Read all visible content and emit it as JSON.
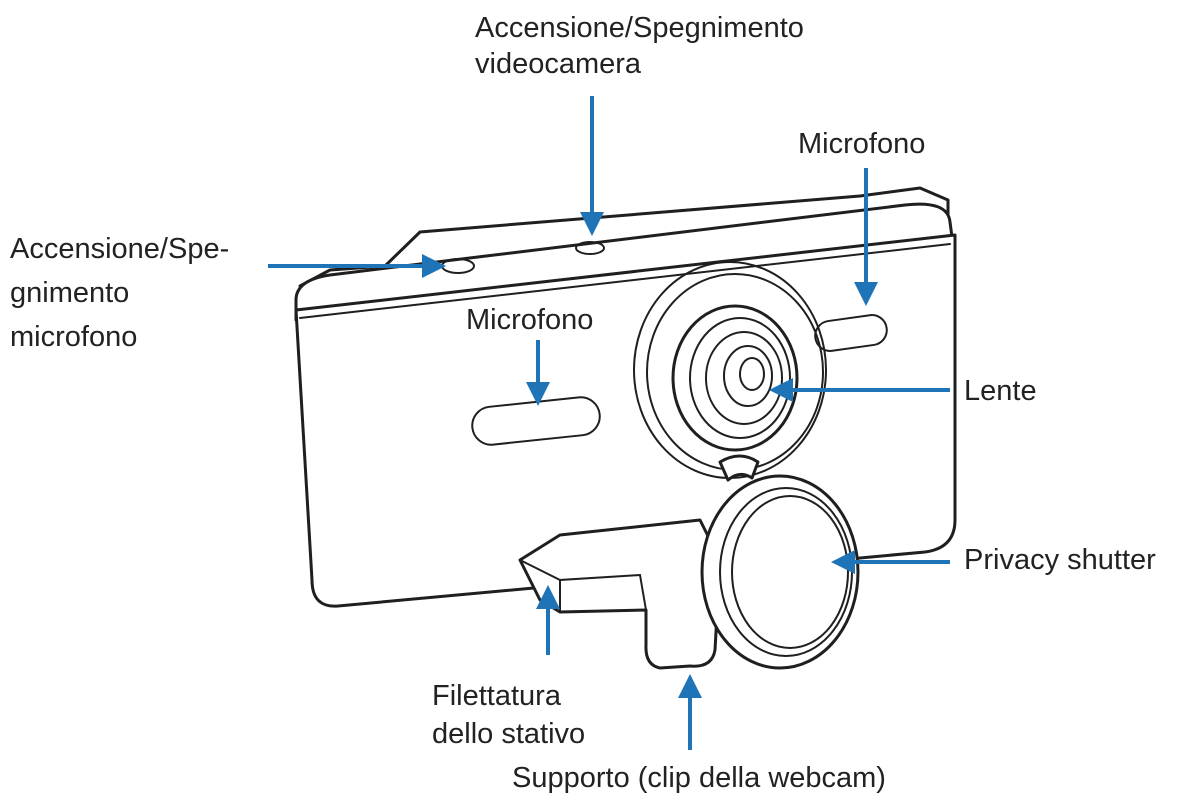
{
  "labels": {
    "camera_toggle": [
      "Accensione/Spegnimento",
      "videocamera"
    ],
    "mic_toggle": [
      "Accensione/Spe-",
      "gnimento",
      "microfono"
    ],
    "mic_right": "Microfono",
    "mic_left": "Microfono",
    "lens": "Lente",
    "privacy_shutter": "Privacy shutter",
    "tripod_thread": [
      "Filettatura",
      "dello stativo"
    ],
    "clip_support": "Supporto (clip della webcam)"
  },
  "colors": {
    "arrow": "#1f73b7",
    "outline": "#1f1f1f",
    "text": "#222222"
  }
}
